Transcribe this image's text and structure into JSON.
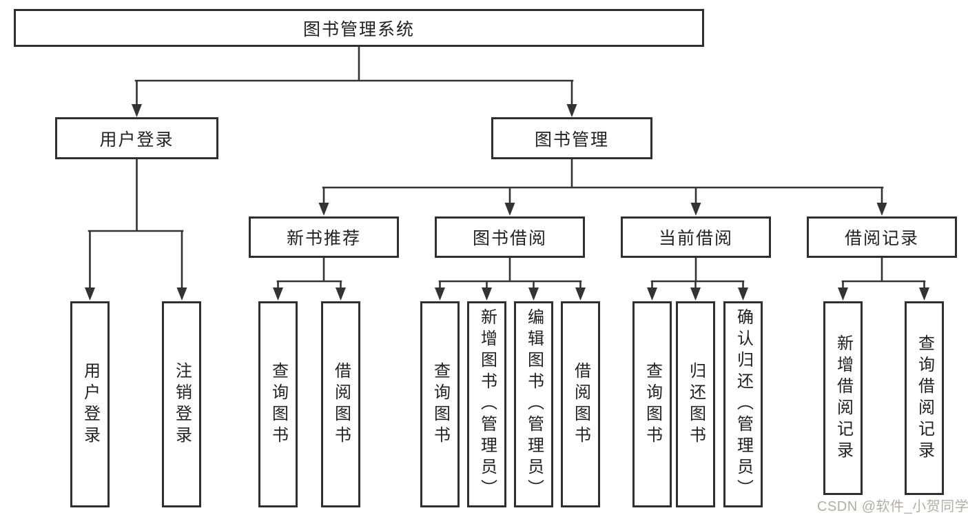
{
  "colors": {
    "line": "#333333",
    "box_border": "#2f2f2f",
    "box_background": "#ffffff",
    "text": "#222222",
    "watermark": "#a9a29e"
  },
  "tree": {
    "root": {
      "label": "图书管理系统"
    },
    "branches": [
      {
        "label": "用户登录",
        "children": [
          {
            "label": "用户登录"
          },
          {
            "label": "注销登录"
          }
        ]
      },
      {
        "label": "图书管理",
        "children": [
          {
            "label": "新书推荐",
            "children": [
              {
                "label": "查询图书"
              },
              {
                "label": "借阅图书"
              }
            ]
          },
          {
            "label": "图书借阅",
            "children": [
              {
                "label": "查询图书"
              },
              {
                "label": "新增图书（管理员）"
              },
              {
                "label": "编辑图书（管理员）"
              },
              {
                "label": "借阅图书"
              }
            ]
          },
          {
            "label": "当前借阅",
            "children": [
              {
                "label": "查询图书"
              },
              {
                "label": "归还图书"
              },
              {
                "label": "确认归还（管理员）"
              }
            ]
          },
          {
            "label": "借阅记录",
            "children": [
              {
                "label": "新增借阅记录"
              },
              {
                "label": "查询借阅记录"
              }
            ]
          }
        ]
      }
    ]
  },
  "watermark": {
    "text": "CSDN @软件_小贺同学"
  }
}
